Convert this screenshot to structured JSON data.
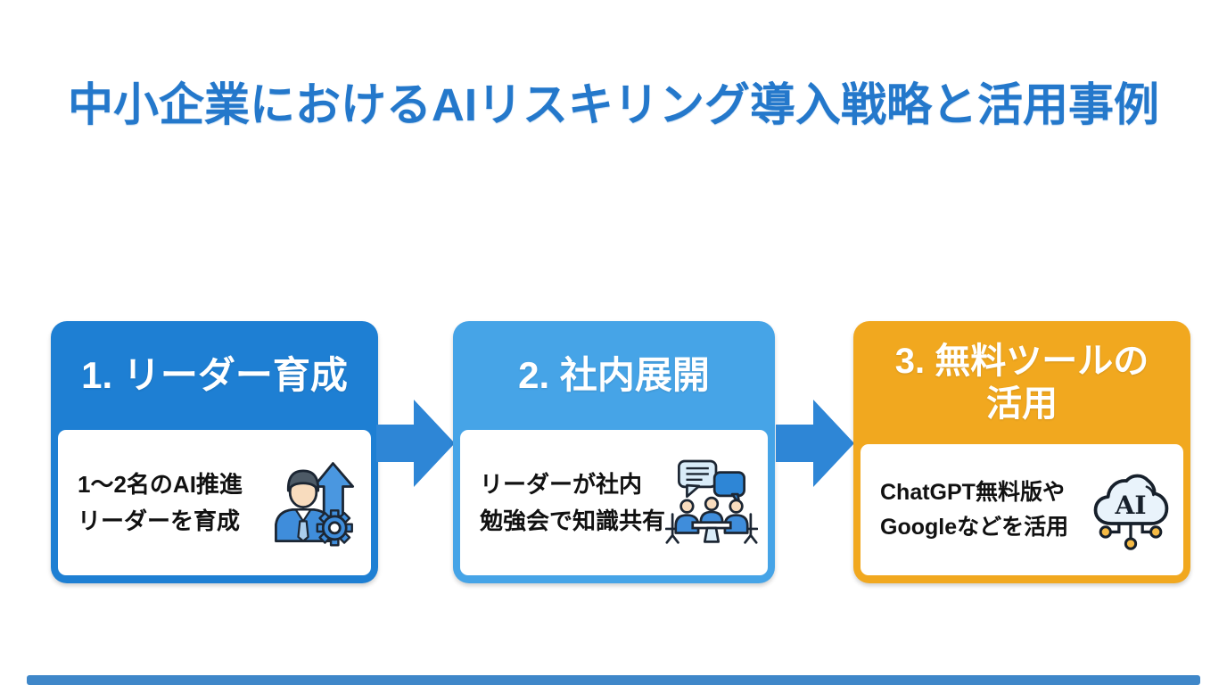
{
  "title": "中小企業におけるAIリスキリング導入戦略と活用事例",
  "steps": [
    {
      "header_lines": [
        "1. リーダー育成"
      ],
      "body_lines": [
        "1〜2名のAI推進",
        "リーダーを育成"
      ],
      "icon": "leader-development-icon",
      "header_color": "#1e7fd3"
    },
    {
      "header_lines": [
        "2. 社内展開"
      ],
      "body_lines": [
        "リーダーが社内",
        "勉強会で知識共有"
      ],
      "icon": "team-meeting-icon",
      "header_color": "#46a4e7"
    },
    {
      "header_lines": [
        "3. 無料ツールの",
        "活用"
      ],
      "body_lines": [
        "ChatGPT無料版や",
        "Googleなどを活用"
      ],
      "icon": "ai-cloud-icon",
      "header_color": "#f1a81f"
    }
  ],
  "icons": {
    "ai_cloud_label": "AI"
  },
  "colors": {
    "title": "#2478cb",
    "arrow": "#2e86d6",
    "footer_bar": "#3f87c9",
    "step1_header": "#1e7fd3",
    "step2_header": "#46a4e7",
    "step3_header": "#f1a81f",
    "body_text": "#111111",
    "icon_blue": "#3f8ddb",
    "icon_outline": "#1c2633",
    "icon_skin": "#f8dcbe",
    "icon_bubble_light": "#d9ecf9",
    "icon_node_yellow": "#f6bb45"
  }
}
